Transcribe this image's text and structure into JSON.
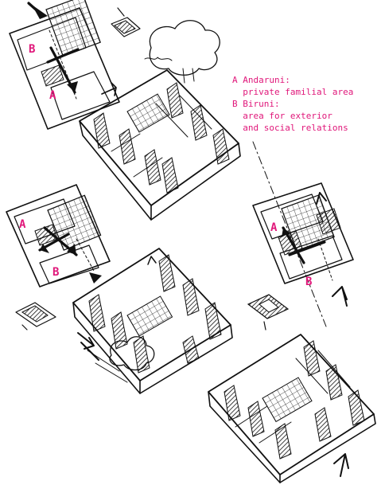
{
  "legend": {
    "line1": "A Andaruni:",
    "line2": "  private familial area",
    "line3": "B Biruni:",
    "line4": "  area for exterior",
    "line5": "  and social relations"
  },
  "plans": [
    {
      "label_a": "A",
      "label_b": "B"
    },
    {
      "label_a": "A",
      "label_b": "B"
    },
    {
      "label_a": "A",
      "label_b": "B"
    }
  ],
  "colors": {
    "accent": "#e0177a",
    "ink": "#111111"
  }
}
